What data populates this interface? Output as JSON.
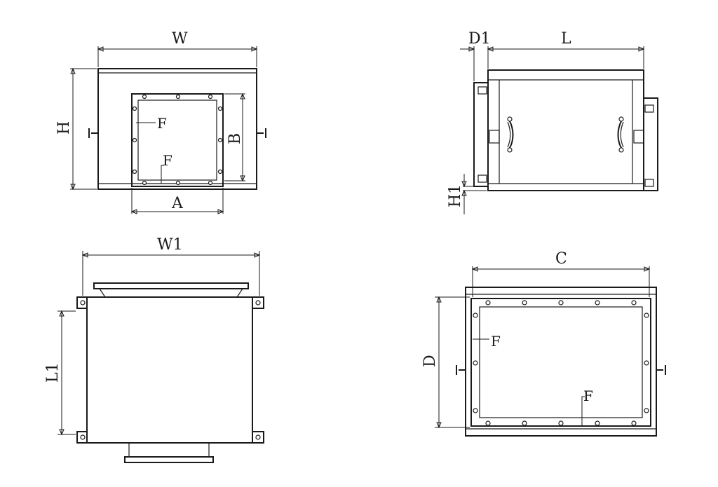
{
  "labels": {
    "front": {
      "width": "W",
      "height": "H",
      "flange_a": "A",
      "flange_b": "B",
      "flange_f1": "F",
      "flange_f2": "F"
    },
    "side": {
      "offset": "D1",
      "length": "L",
      "foot": "H1"
    },
    "top": {
      "width": "W1",
      "length": "L1"
    },
    "back": {
      "width": "C",
      "height": "D",
      "flange_f1": "F",
      "flange_f2": "F"
    }
  },
  "colors": {
    "line": "#1a1a1a",
    "background": "#ffffff"
  }
}
